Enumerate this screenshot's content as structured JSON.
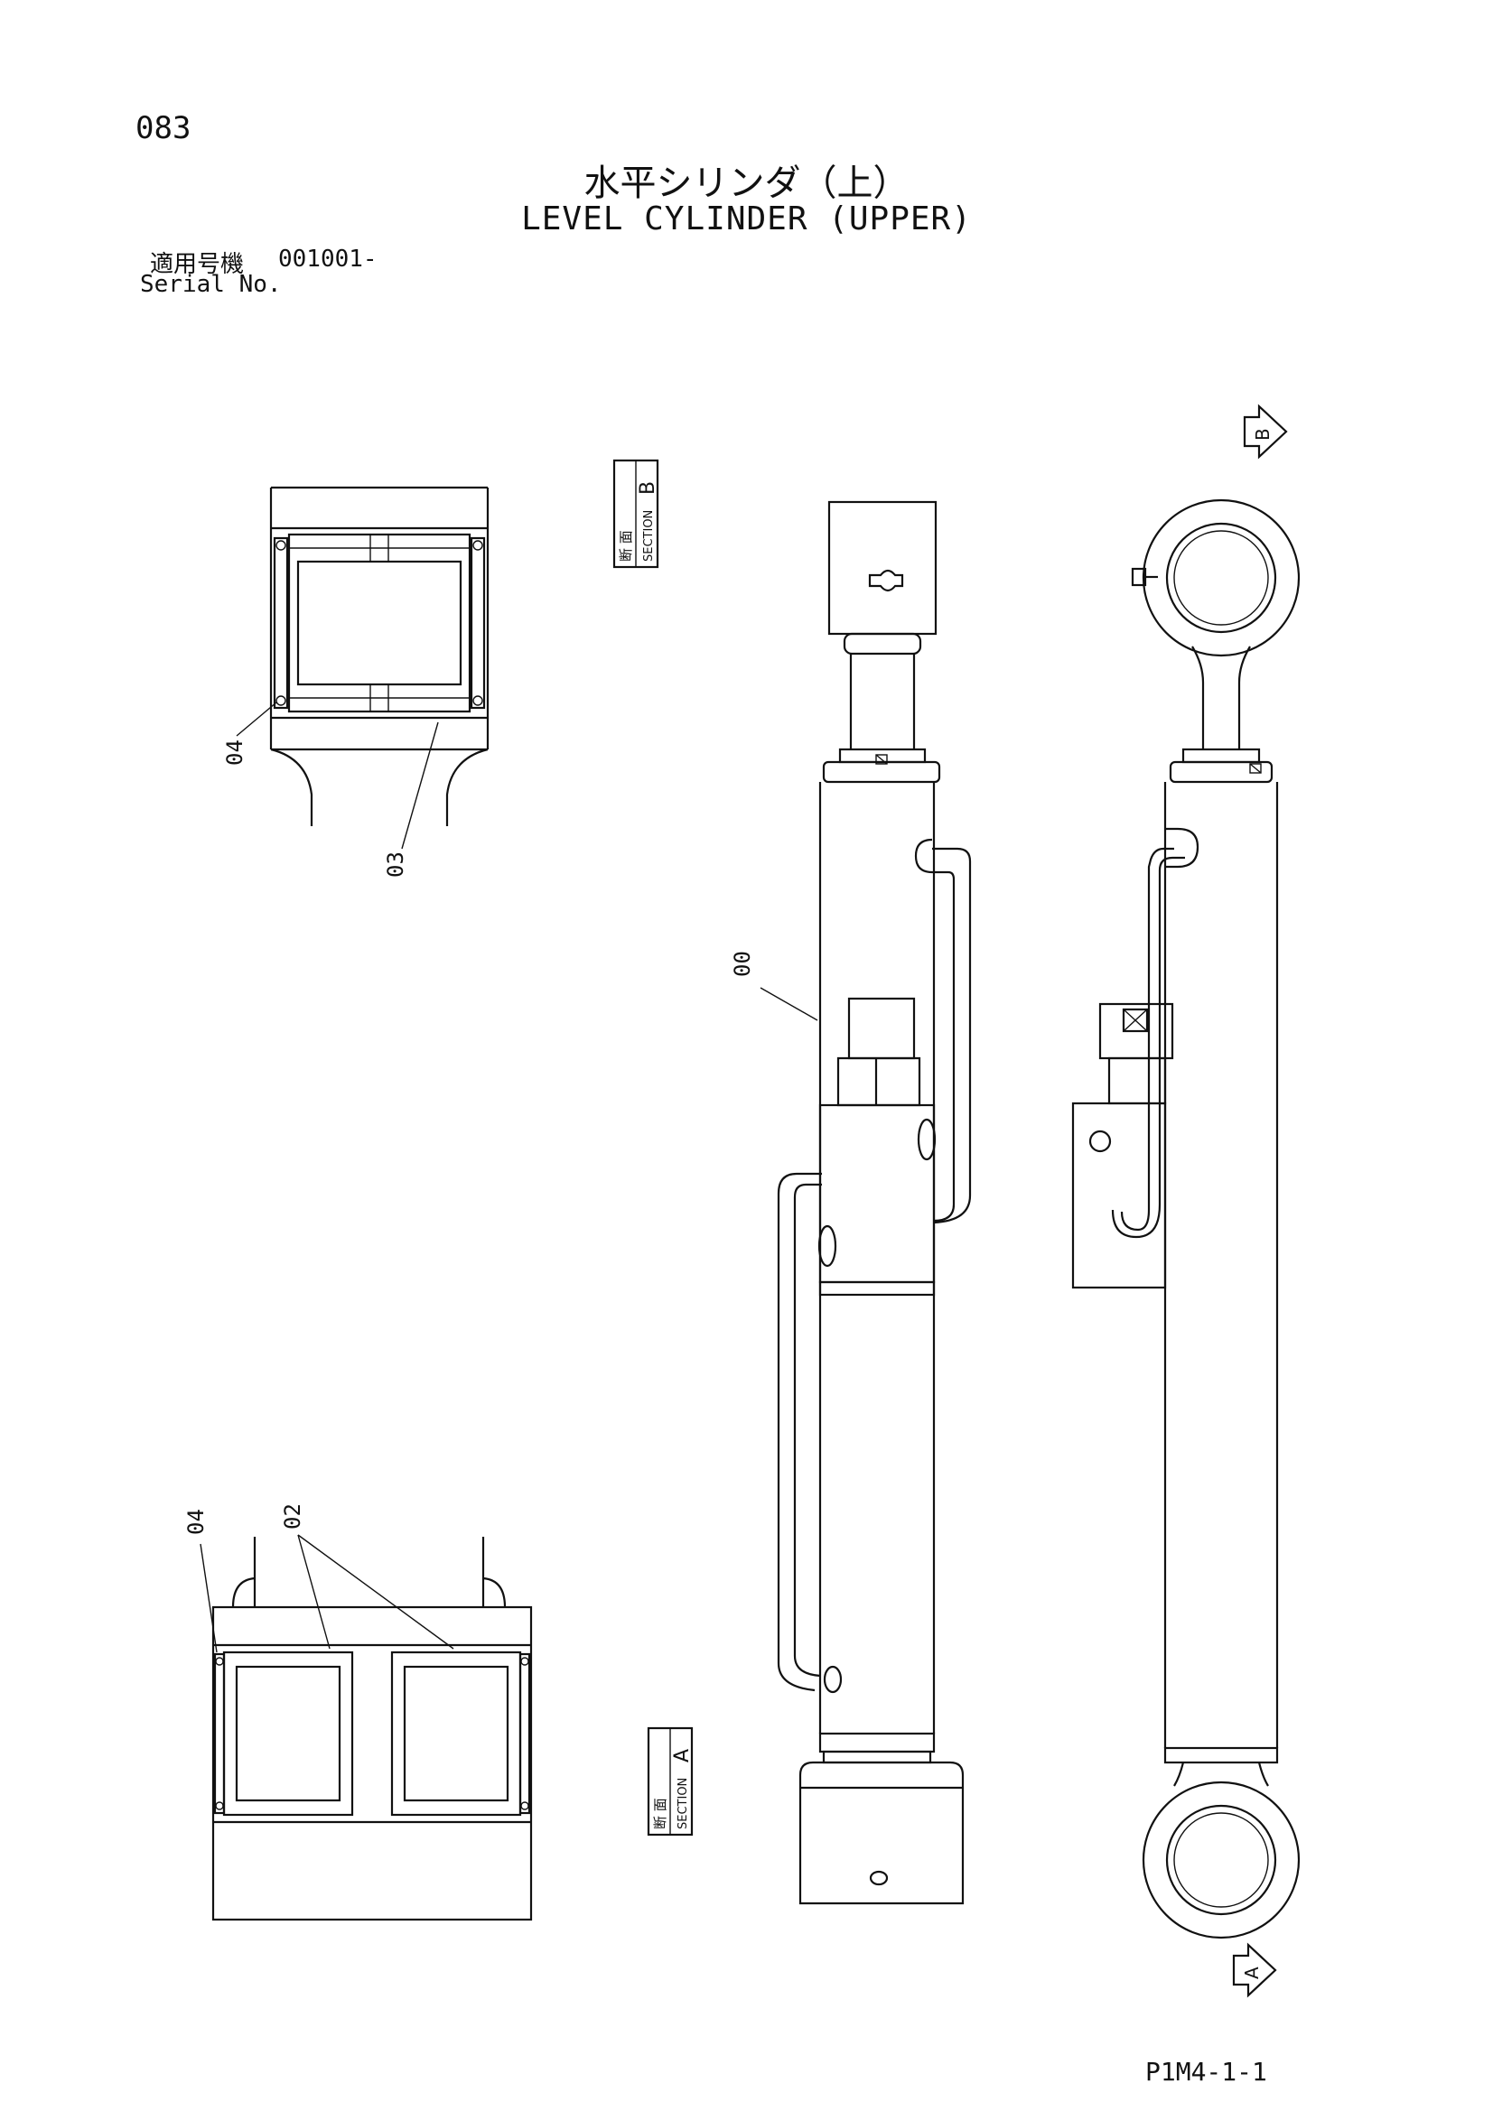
{
  "header": {
    "page_number": "083",
    "title_ja": "水平シリンダ（上）",
    "title_en": "LEVEL CYLINDER (UPPER)",
    "serial_label_ja": "適用号機",
    "serial_value": "001001-",
    "serial_label_en": "Serial No."
  },
  "sections": {
    "b": {
      "label_ja": "断 面",
      "label_en": "SECTION",
      "letter": "B"
    },
    "a": {
      "label_ja": "断 面",
      "label_en": "SECTION",
      "letter": "A"
    }
  },
  "view_markers": {
    "b": "B",
    "a": "A"
  },
  "callouts": {
    "p00": "00",
    "p02": "02",
    "p03": "03",
    "p04_upper": "04",
    "p04_lower": "04"
  },
  "footer": {
    "code": "P1M4-1-1"
  }
}
